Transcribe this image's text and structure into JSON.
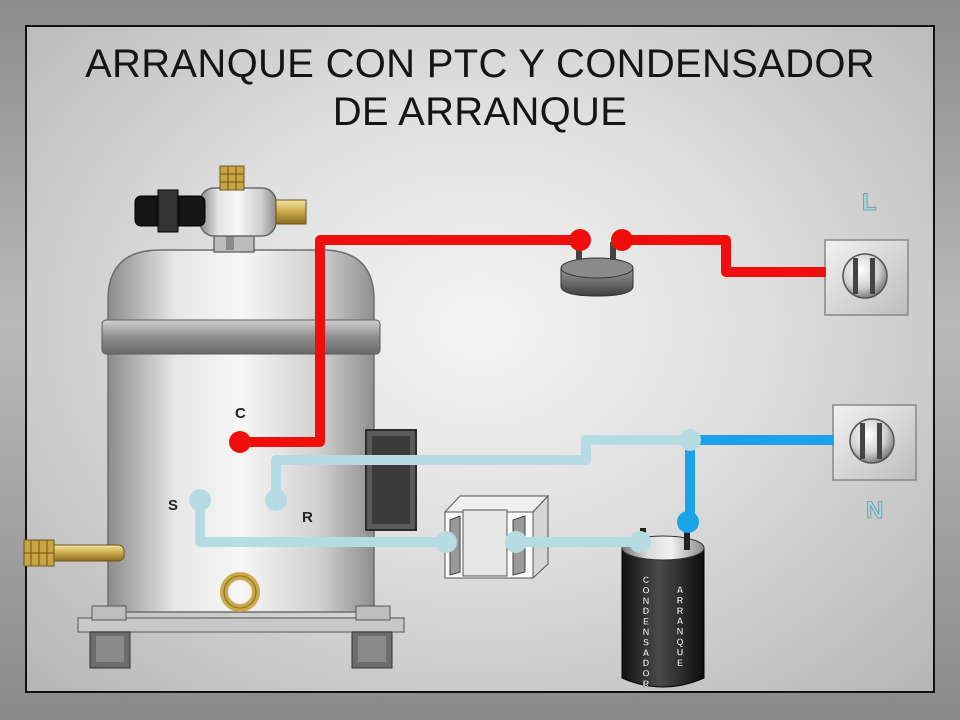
{
  "title": {
    "line1": "ARRANQUE CON PTC Y CONDENSADOR",
    "line2": "DE ARRANQUE"
  },
  "terminals": {
    "common": "C",
    "start": "S",
    "run": "R"
  },
  "power": {
    "line": "L",
    "neutral": "N"
  },
  "capacitor": {
    "label_left": "CONDENSADOR",
    "label_right": "ARRANQUE"
  },
  "colors": {
    "line_wire": "#f20d0d",
    "neutral_wire": "#1aa3e8",
    "aux_wire": "#b7dbe2",
    "power_label": "#a9d8e0"
  },
  "icons": [
    "compressor",
    "service-valve",
    "ptc-thermal-protector",
    "ptc-relay",
    "start-capacitor",
    "screw-terminal-l",
    "screw-terminal-n"
  ]
}
